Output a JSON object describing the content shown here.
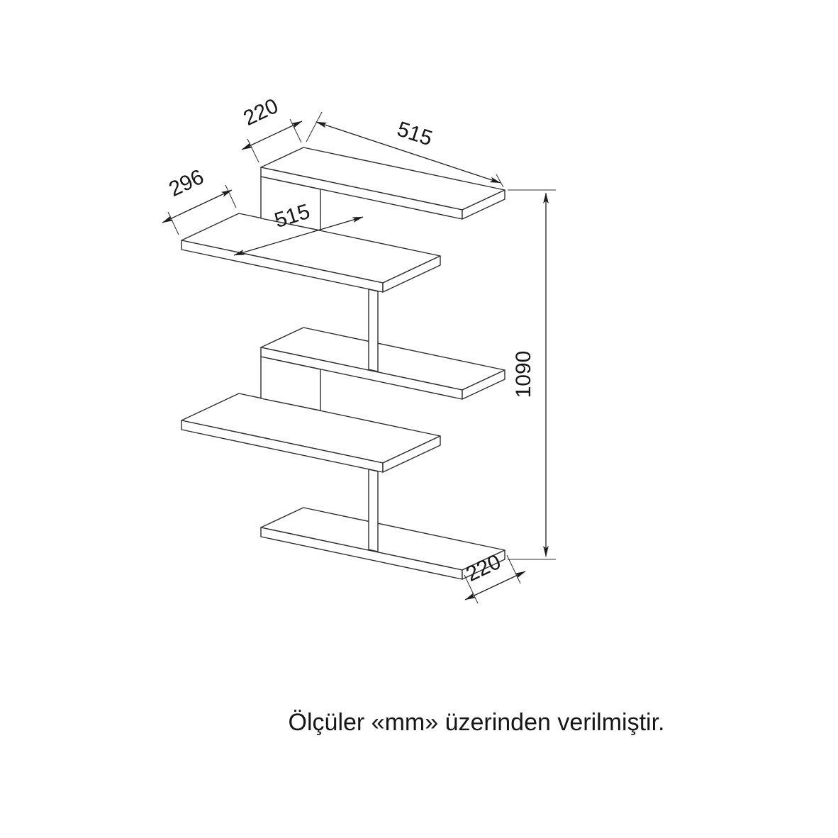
{
  "drawing": {
    "type": "furniture-dimension-diagram",
    "line_color": "#2e2e2e",
    "dimensions": {
      "top_shelf_depth": "220",
      "top_shelf_width": "515",
      "second_shelf_depth": "296",
      "second_shelf_width": "515",
      "total_height": "1090",
      "bottom_shelf_depth": "220"
    },
    "caption": "Ölçüler «mm» üzerinden verilmiştir."
  }
}
